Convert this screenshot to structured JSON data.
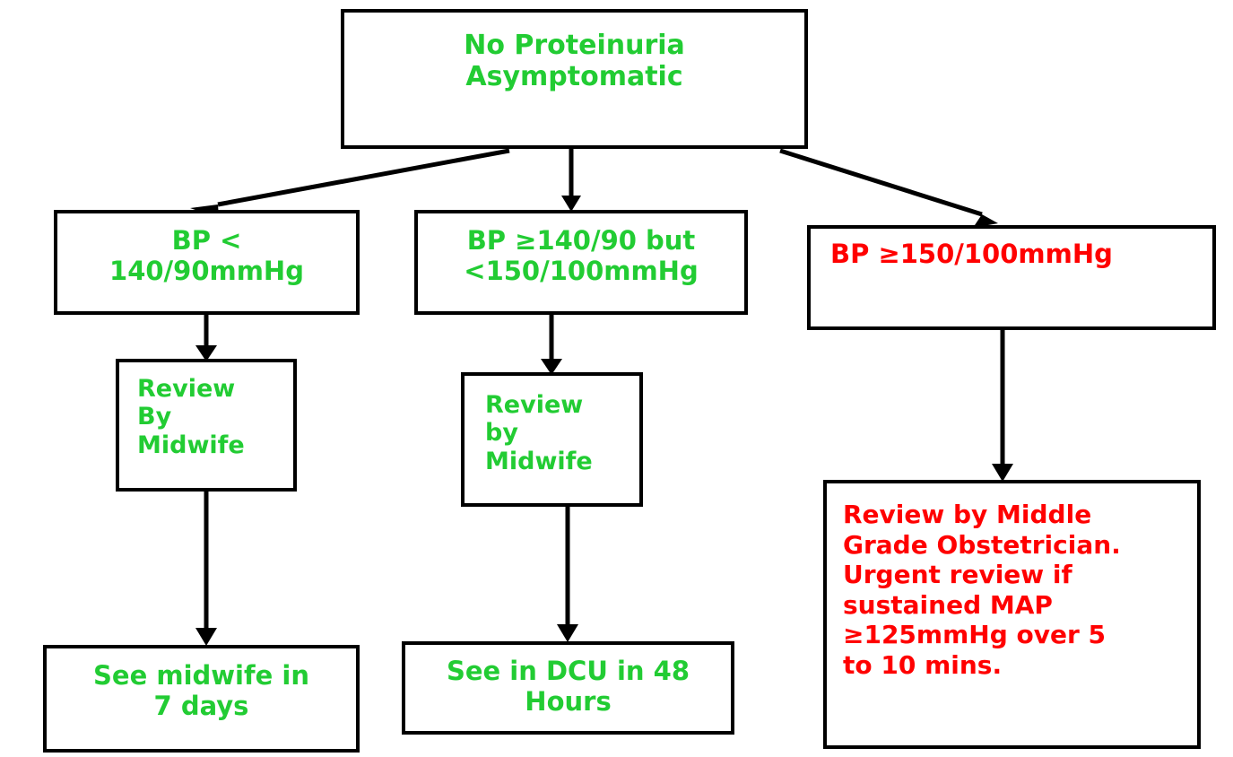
{
  "diagram": {
    "title": "Hypertension in pregnancy management flowchart",
    "colors": {
      "green": "#22cc33",
      "red": "#ff0000",
      "border": "#000000",
      "background": "#ffffff"
    },
    "nodes": {
      "root": {
        "text": "No Proteinuria\nAsymptomatic",
        "color": "green"
      },
      "bp_low": {
        "text": "BP <\n140/90mmHg",
        "color": "green"
      },
      "bp_mid": {
        "text": "BP ≥140/90 but\n<150/100mmHg",
        "color": "green"
      },
      "bp_high": {
        "text": "BP ≥150/100mmHg",
        "color": "red"
      },
      "review_left": {
        "text": "Review\nBy\nMidwife",
        "color": "green"
      },
      "review_mid": {
        "text": "Review\nby\nMidwife",
        "color": "green"
      },
      "obstetrician": {
        "text": "Review by Middle\nGrade Obstetrician.\nUrgent review if\nsustained MAP\n≥125mmHg over 5\nto 10 mins.",
        "color": "red"
      },
      "see_left": {
        "text": "See midwife in\n7 days",
        "color": "green"
      },
      "see_mid": {
        "text": "See in DCU in 48\nHours",
        "color": "green"
      }
    },
    "edges": [
      {
        "from": "root",
        "to": "bp_low",
        "style": "diagonal-left-arrow"
      },
      {
        "from": "root",
        "to": "bp_mid",
        "style": "vertical-arrow"
      },
      {
        "from": "root",
        "to": "bp_high",
        "style": "diagonal-right-arrow"
      },
      {
        "from": "bp_low",
        "to": "review_left",
        "style": "vertical-arrow"
      },
      {
        "from": "bp_mid",
        "to": "review_mid",
        "style": "vertical-arrow"
      },
      {
        "from": "bp_high",
        "to": "obstetrician",
        "style": "vertical-arrow"
      },
      {
        "from": "review_left",
        "to": "see_left",
        "style": "vertical-arrow"
      },
      {
        "from": "review_mid",
        "to": "see_mid",
        "style": "vertical-arrow"
      }
    ]
  }
}
